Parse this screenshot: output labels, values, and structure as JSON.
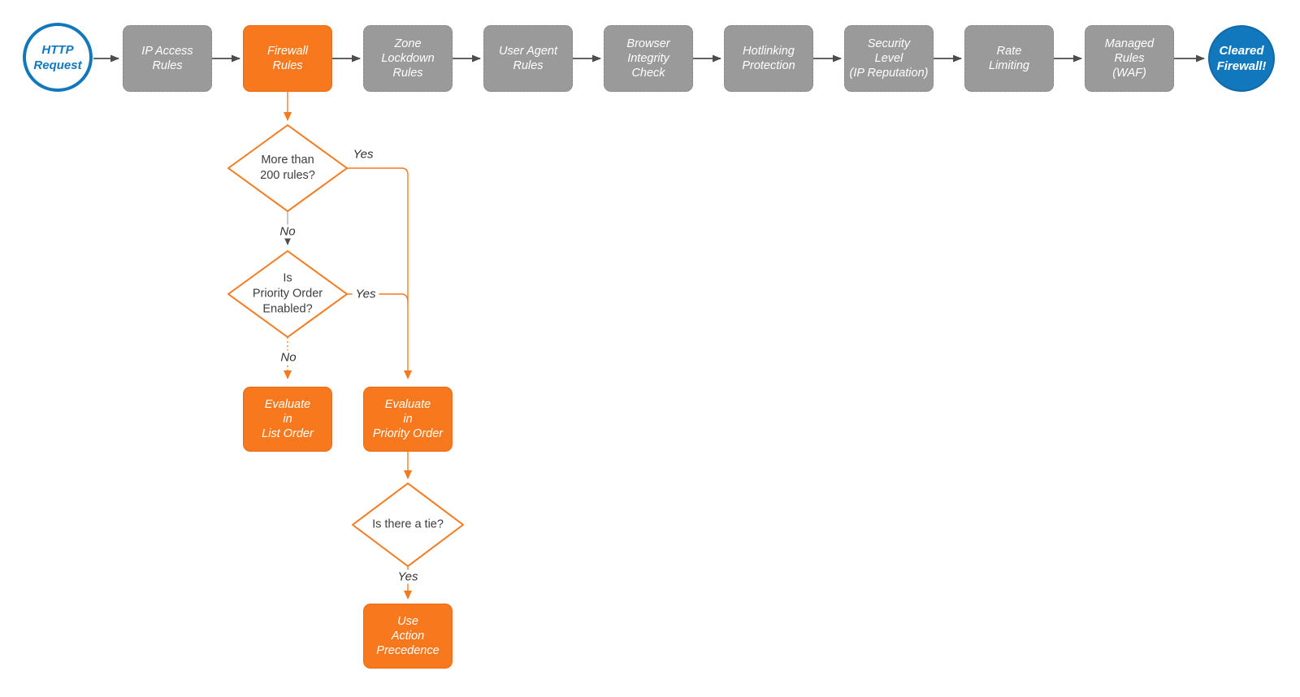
{
  "colors": {
    "orange": "#f8791d",
    "orange_border": "#ea6a10",
    "box_gray": "#9a9a9a",
    "box_gray_border": "#868686",
    "blue": "#1278bd",
    "arrow_dark": "#4d4d4d",
    "line_light_gray": "#a9a9a9",
    "text_dark": "#3d3d3d",
    "white": "#ffffff"
  },
  "pipeline": {
    "start_label": "HTTP\nRequest",
    "steps": [
      {
        "label": "IP Access\nRules",
        "highlighted": false
      },
      {
        "label": "Firewall\nRules",
        "highlighted": true
      },
      {
        "label": "Zone\nLockdown\nRules",
        "highlighted": false
      },
      {
        "label": "User Agent\nRules",
        "highlighted": false
      },
      {
        "label": "Browser\nIntegrity\nCheck",
        "highlighted": false
      },
      {
        "label": "Hotlinking\nProtection",
        "highlighted": false
      },
      {
        "label": "Security\nLevel\n(IP Reputation)",
        "highlighted": false
      },
      {
        "label": "Rate\nLimiting",
        "highlighted": false
      },
      {
        "label": "Managed\nRules\n(WAF)",
        "highlighted": false
      }
    ],
    "end_label": "Cleared\nFirewall!"
  },
  "firewall_branch": {
    "decisions": [
      {
        "label": "More than\n200 rules?"
      },
      {
        "label": "Is\nPriority Order\nEnabled?"
      },
      {
        "label": "Is there a tie?"
      }
    ],
    "actions": [
      {
        "label": "Evaluate\nin\nList Order"
      },
      {
        "label": "Evaluate\nin\nPriority Order"
      },
      {
        "label": "Use\nAction\nPrecedence"
      }
    ],
    "edge_labels": {
      "yes_more_rules": "Yes",
      "no_more_rules": "No",
      "yes_priority_enabled": "Yes",
      "no_priority_enabled": "No",
      "yes_tie": "Yes"
    }
  }
}
